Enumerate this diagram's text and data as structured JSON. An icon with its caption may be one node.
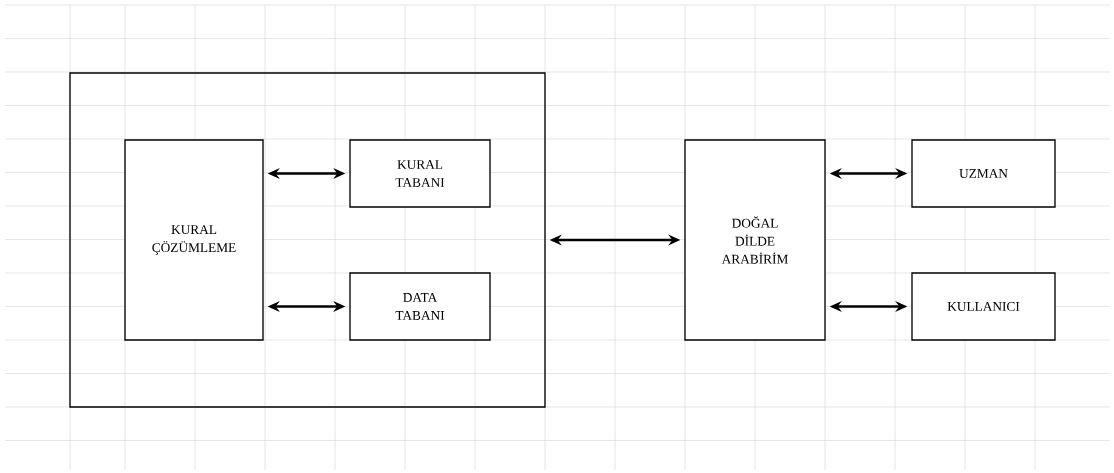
{
  "diagram": {
    "nodes": [
      {
        "text": [],
        "shape": "box"
      },
      {
        "text": [
          "KURAL ÇÖZÜMLEME"
        ],
        "in": 0
      },
      {
        "text": [
          "KURAL TABANI"
        ],
        "in": 0
      },
      {
        "text": [
          "DATA TABANI"
        ],
        "in": 0
      },
      {
        "text": [
          "DOĞAL DİLDE ARABİRİM"
        ]
      },
      {
        "text": [
          "UZMAN"
        ]
      },
      {
        "text": [
          "KULLANICI"
        ]
      }
    ],
    "edges": [
      {
        "from": 1,
        "to": 2,
        "arrow": "both"
      },
      {
        "from": 1,
        "to": 3,
        "arrow": "both"
      },
      {
        "from": 0,
        "to": 4,
        "arrow": "both"
      },
      {
        "from": 4,
        "to": 5,
        "arrow": "both"
      },
      {
        "from": 4,
        "to": 6,
        "arrow": "both"
      }
    ]
  }
}
